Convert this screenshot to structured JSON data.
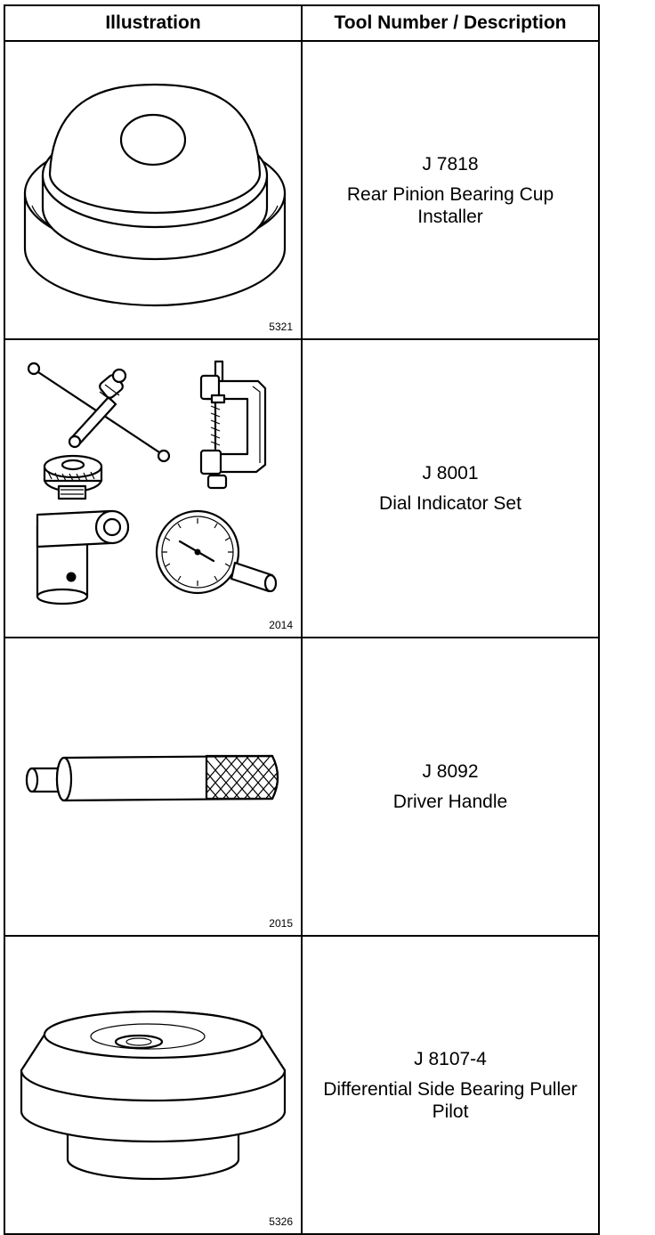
{
  "header": {
    "illustration": "Illustration",
    "tool_number_description": "Tool Number / Description"
  },
  "rows": [
    {
      "figure_number": "5321",
      "tool_number": "J 7818",
      "description": "Rear Pinion Bearing Cup Installer",
      "illustration_icon": "bearing-cup-installer-icon"
    },
    {
      "figure_number": "2014",
      "tool_number": "J 8001",
      "description": "Dial Indicator Set",
      "illustration_icon": "dial-indicator-set-icon"
    },
    {
      "figure_number": "2015",
      "tool_number": "J 8092",
      "description": "Driver Handle",
      "illustration_icon": "driver-handle-icon"
    },
    {
      "figure_number": "5326",
      "tool_number": "J 8107-4",
      "description": "Differential Side Bearing Puller Pilot",
      "illustration_icon": "puller-pilot-icon"
    }
  ]
}
